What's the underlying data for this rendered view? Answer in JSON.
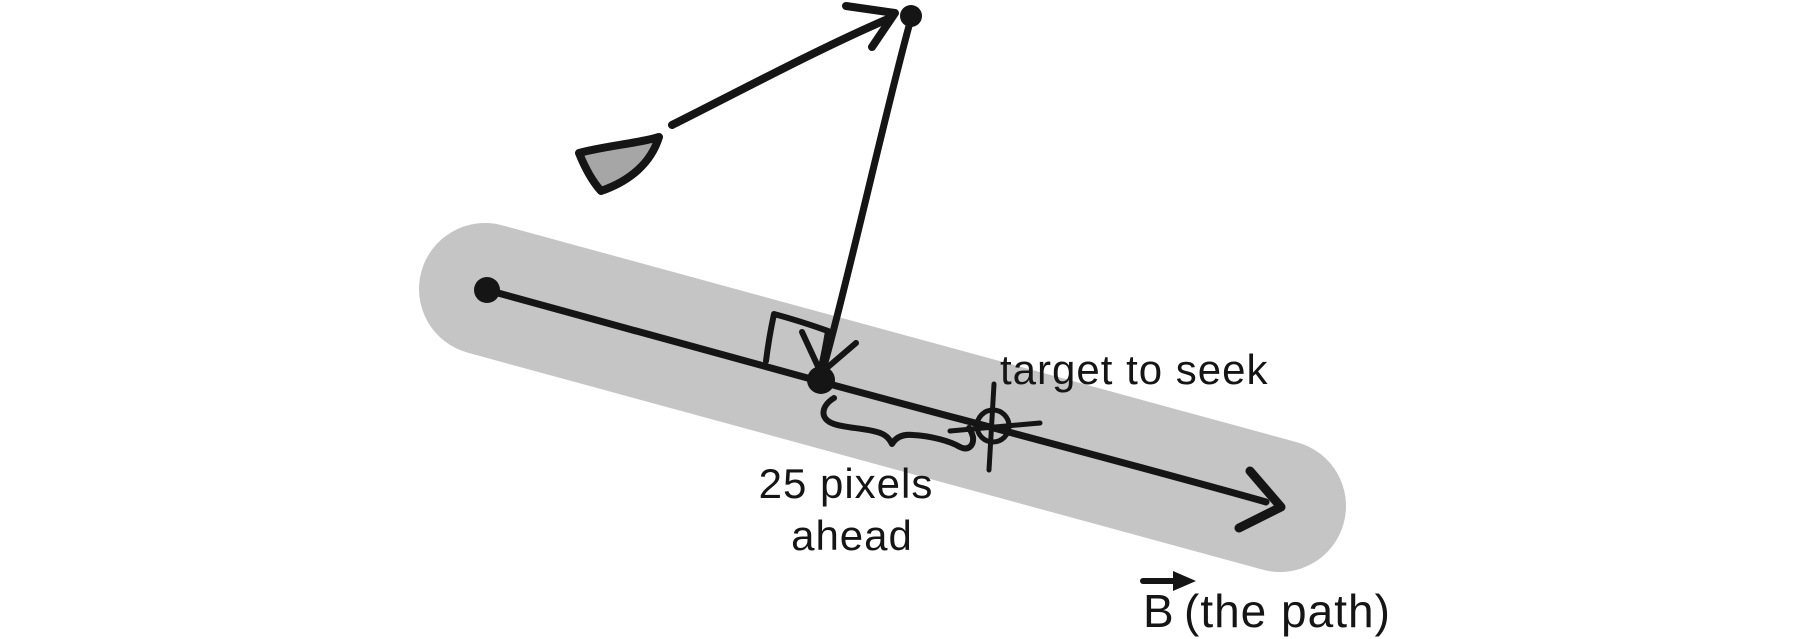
{
  "labels": {
    "target_to_seek": "target to seek",
    "lookahead": {
      "line1": "25 pixels",
      "line2": "ahead"
    },
    "path_vector": {
      "symbol": "B",
      "caption": "(the path)"
    }
  },
  "colors": {
    "background": "#ffffff",
    "path_band": "#c5c5c5",
    "vehicle_fill": "#a6a6a6",
    "ink": "#151515"
  },
  "icons": {
    "vehicle": "vehicle-triangle-icon",
    "crosshair": "crosshair-target-icon",
    "right_angle": "right-angle-marker-icon",
    "brace": "curly-brace-icon",
    "vector_arrow": "vector-notation-arrow-icon",
    "arrowheads": "sketch-arrowhead-icon"
  }
}
